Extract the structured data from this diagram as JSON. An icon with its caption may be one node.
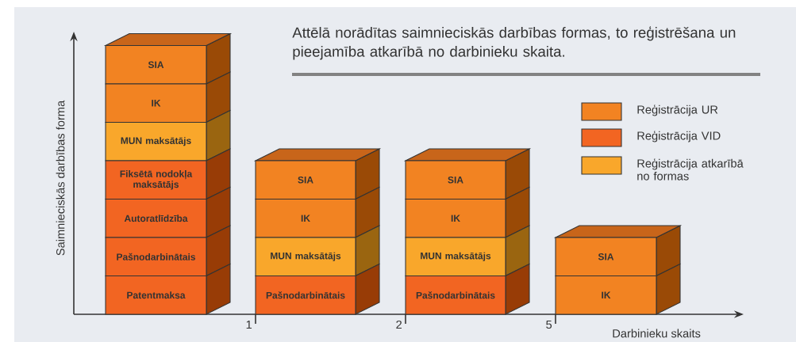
{
  "diagram": {
    "title": "Attēlā norādītas saimnieciskās darbības formas, to reģistrēšana un pieejamība atkarībā no darbinieku skaita.",
    "nodes": [
      {
        "text": [
          "SIA"
        ]
      },
      {
        "text": [
          "IK"
        ]
      },
      {
        "text": [
          "MUN maksātājs"
        ]
      },
      {
        "text": [
          "Fiksētā nodokļa maksātājs"
        ]
      },
      {
        "text": [
          "Autoratlīdzība"
        ]
      },
      {
        "text": [
          "Pašnodarbinātais"
        ]
      },
      {
        "text": [
          "Patentmaksa"
        ]
      },
      {
        "text": [
          "SIA"
        ]
      },
      {
        "text": [
          "IK"
        ]
      },
      {
        "text": [
          "MUN maksātājs"
        ]
      },
      {
        "text": [
          "Pašnodarbinātais"
        ]
      },
      {
        "text": [
          "SIA"
        ]
      },
      {
        "text": [
          "IK"
        ]
      },
      {
        "text": [
          "MUN maksātājs"
        ]
      },
      {
        "text": [
          "Pašnodarbinātais"
        ]
      },
      {
        "text": [
          "SIA"
        ]
      },
      {
        "text": [
          "IK"
        ]
      }
    ],
    "labels": [
      "Saimnieciskās darbības forma",
      "1",
      "2",
      "5",
      "Darbinieku skaits"
    ],
    "legend": [
      {
        "text": "Reģistrācija UR",
        "color": "#f28322"
      },
      {
        "text": "Reģistrācija VID",
        "color": "#f26522"
      },
      {
        "text": "Reģistrācija atkarībā no formas",
        "color": "#f9a72b"
      }
    ]
  }
}
